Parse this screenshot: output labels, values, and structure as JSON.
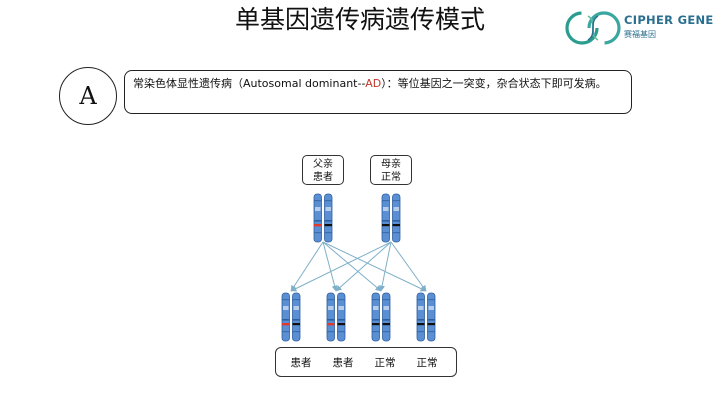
{
  "title": "单基因遗传病遗传模式",
  "logo": {
    "name": "CIPHER GENE",
    "sub": "赛福基因",
    "icon": "dna-double-helix-logo"
  },
  "section": {
    "badge": "A",
    "desc_before": "常染色体显性遗传病（Autosomal dominant--",
    "desc_ad": "AD",
    "desc_after": "）：等位基因之一突变，杂合状态下即可发病。"
  },
  "parents": [
    {
      "line1": "父亲",
      "line2": "患者",
      "mutant": true
    },
    {
      "line1": "母亲",
      "line2": "正常",
      "mutant": false
    }
  ],
  "children": [
    {
      "label": "患者",
      "mutant": true
    },
    {
      "label": "患者",
      "mutant": true
    },
    {
      "label": "正常",
      "mutant": false
    },
    {
      "label": "正常",
      "mutant": false
    }
  ],
  "colors": {
    "chromosome": "#5b8fd3",
    "chromosome_dark": "#2f5f9f",
    "mutation": "#e03a2e",
    "arrow": "#7fb0c8",
    "logo_teal": "#2a9d8f",
    "logo_blue": "#2a6f8f"
  }
}
